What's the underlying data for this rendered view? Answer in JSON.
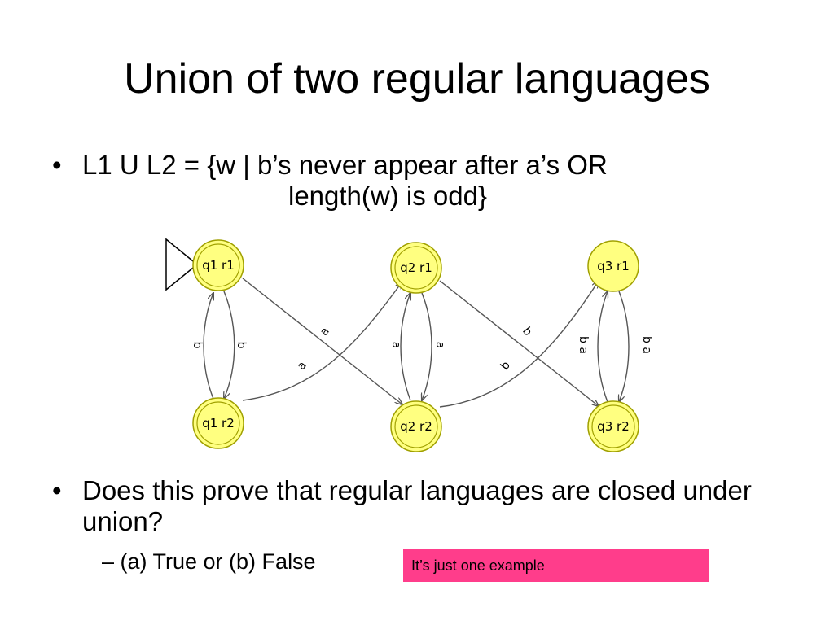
{
  "slide": {
    "title": "Union of two regular languages",
    "bullet1": {
      "marker": "•",
      "line1": "L1 U L2 = {w | b’s never appear after a’s OR",
      "line2": "length(w) is odd}"
    },
    "bullet2": {
      "marker": "•",
      "text": "Does this prove that regular languages are closed under union?"
    },
    "sub_bullet": "– (a) True or (b) False",
    "note": "It’s just one example"
  },
  "diagram": {
    "states": [
      {
        "label": "q1 r1",
        "initial": true,
        "accepting": true
      },
      {
        "label": "q2 r1",
        "initial": false,
        "accepting": true
      },
      {
        "label": "q3 r1",
        "initial": false,
        "accepting": false
      },
      {
        "label": "q1 r2",
        "initial": false,
        "accepting": true
      },
      {
        "label": "q2 r2",
        "initial": false,
        "accepting": true
      },
      {
        "label": "q3 r2",
        "initial": false,
        "accepting": true
      }
    ],
    "transitions": [
      {
        "from": "q1 r1",
        "to": "q1 r2",
        "label": "b"
      },
      {
        "from": "q1 r2",
        "to": "q1 r1",
        "label": "b"
      },
      {
        "from": "q1 r1",
        "to": "q2 r2",
        "label": "a"
      },
      {
        "from": "q1 r2",
        "to": "q2 r1",
        "label": "a"
      },
      {
        "from": "q2 r1",
        "to": "q2 r2",
        "label": "a"
      },
      {
        "from": "q2 r2",
        "to": "q2 r1",
        "label": "a"
      },
      {
        "from": "q2 r1",
        "to": "q3 r2",
        "label": "b"
      },
      {
        "from": "q2 r2",
        "to": "q3 r1",
        "label": "b"
      },
      {
        "from": "q3 r1",
        "to": "q3 r2",
        "label": "b a"
      },
      {
        "from": "q3 r2",
        "to": "q3 r1",
        "label": "b a"
      }
    ],
    "colors": {
      "state_fill": "#ffff80",
      "state_stroke": "#a0a000",
      "edge": "#555555",
      "note_bg": "#ff3d8b"
    }
  }
}
